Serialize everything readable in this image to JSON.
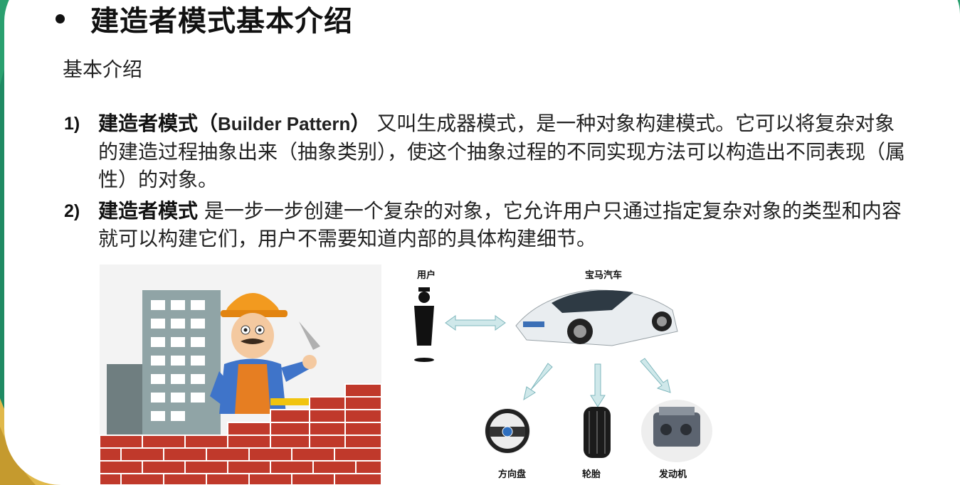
{
  "title": "建造者模式基本介绍",
  "subtitle": "基本介绍",
  "items": [
    {
      "num": "1)",
      "head": "建造者模式（",
      "en": "Builder Pattern",
      "head_end": "）",
      "rest": " 又叫生成器模式，是一种对象构建模式。它可以将复杂对象的建造过程抽象出来（抽象类别），使这个抽象过程的不同实现方法可以构造出不同表现（属性）的对象。"
    },
    {
      "num": "2)",
      "head": "建造者模式",
      "rest": " 是一步一步创建一个复杂的对象，它允许用户只通过指定复杂对象的类型和内容就可以构建它们，用户不需要知道内部的具体构建细节。"
    }
  ],
  "diagram": {
    "user_label": "用户",
    "car_label": "宝马汽车",
    "parts": [
      "方向盘",
      "轮胎",
      "发动机"
    ]
  }
}
